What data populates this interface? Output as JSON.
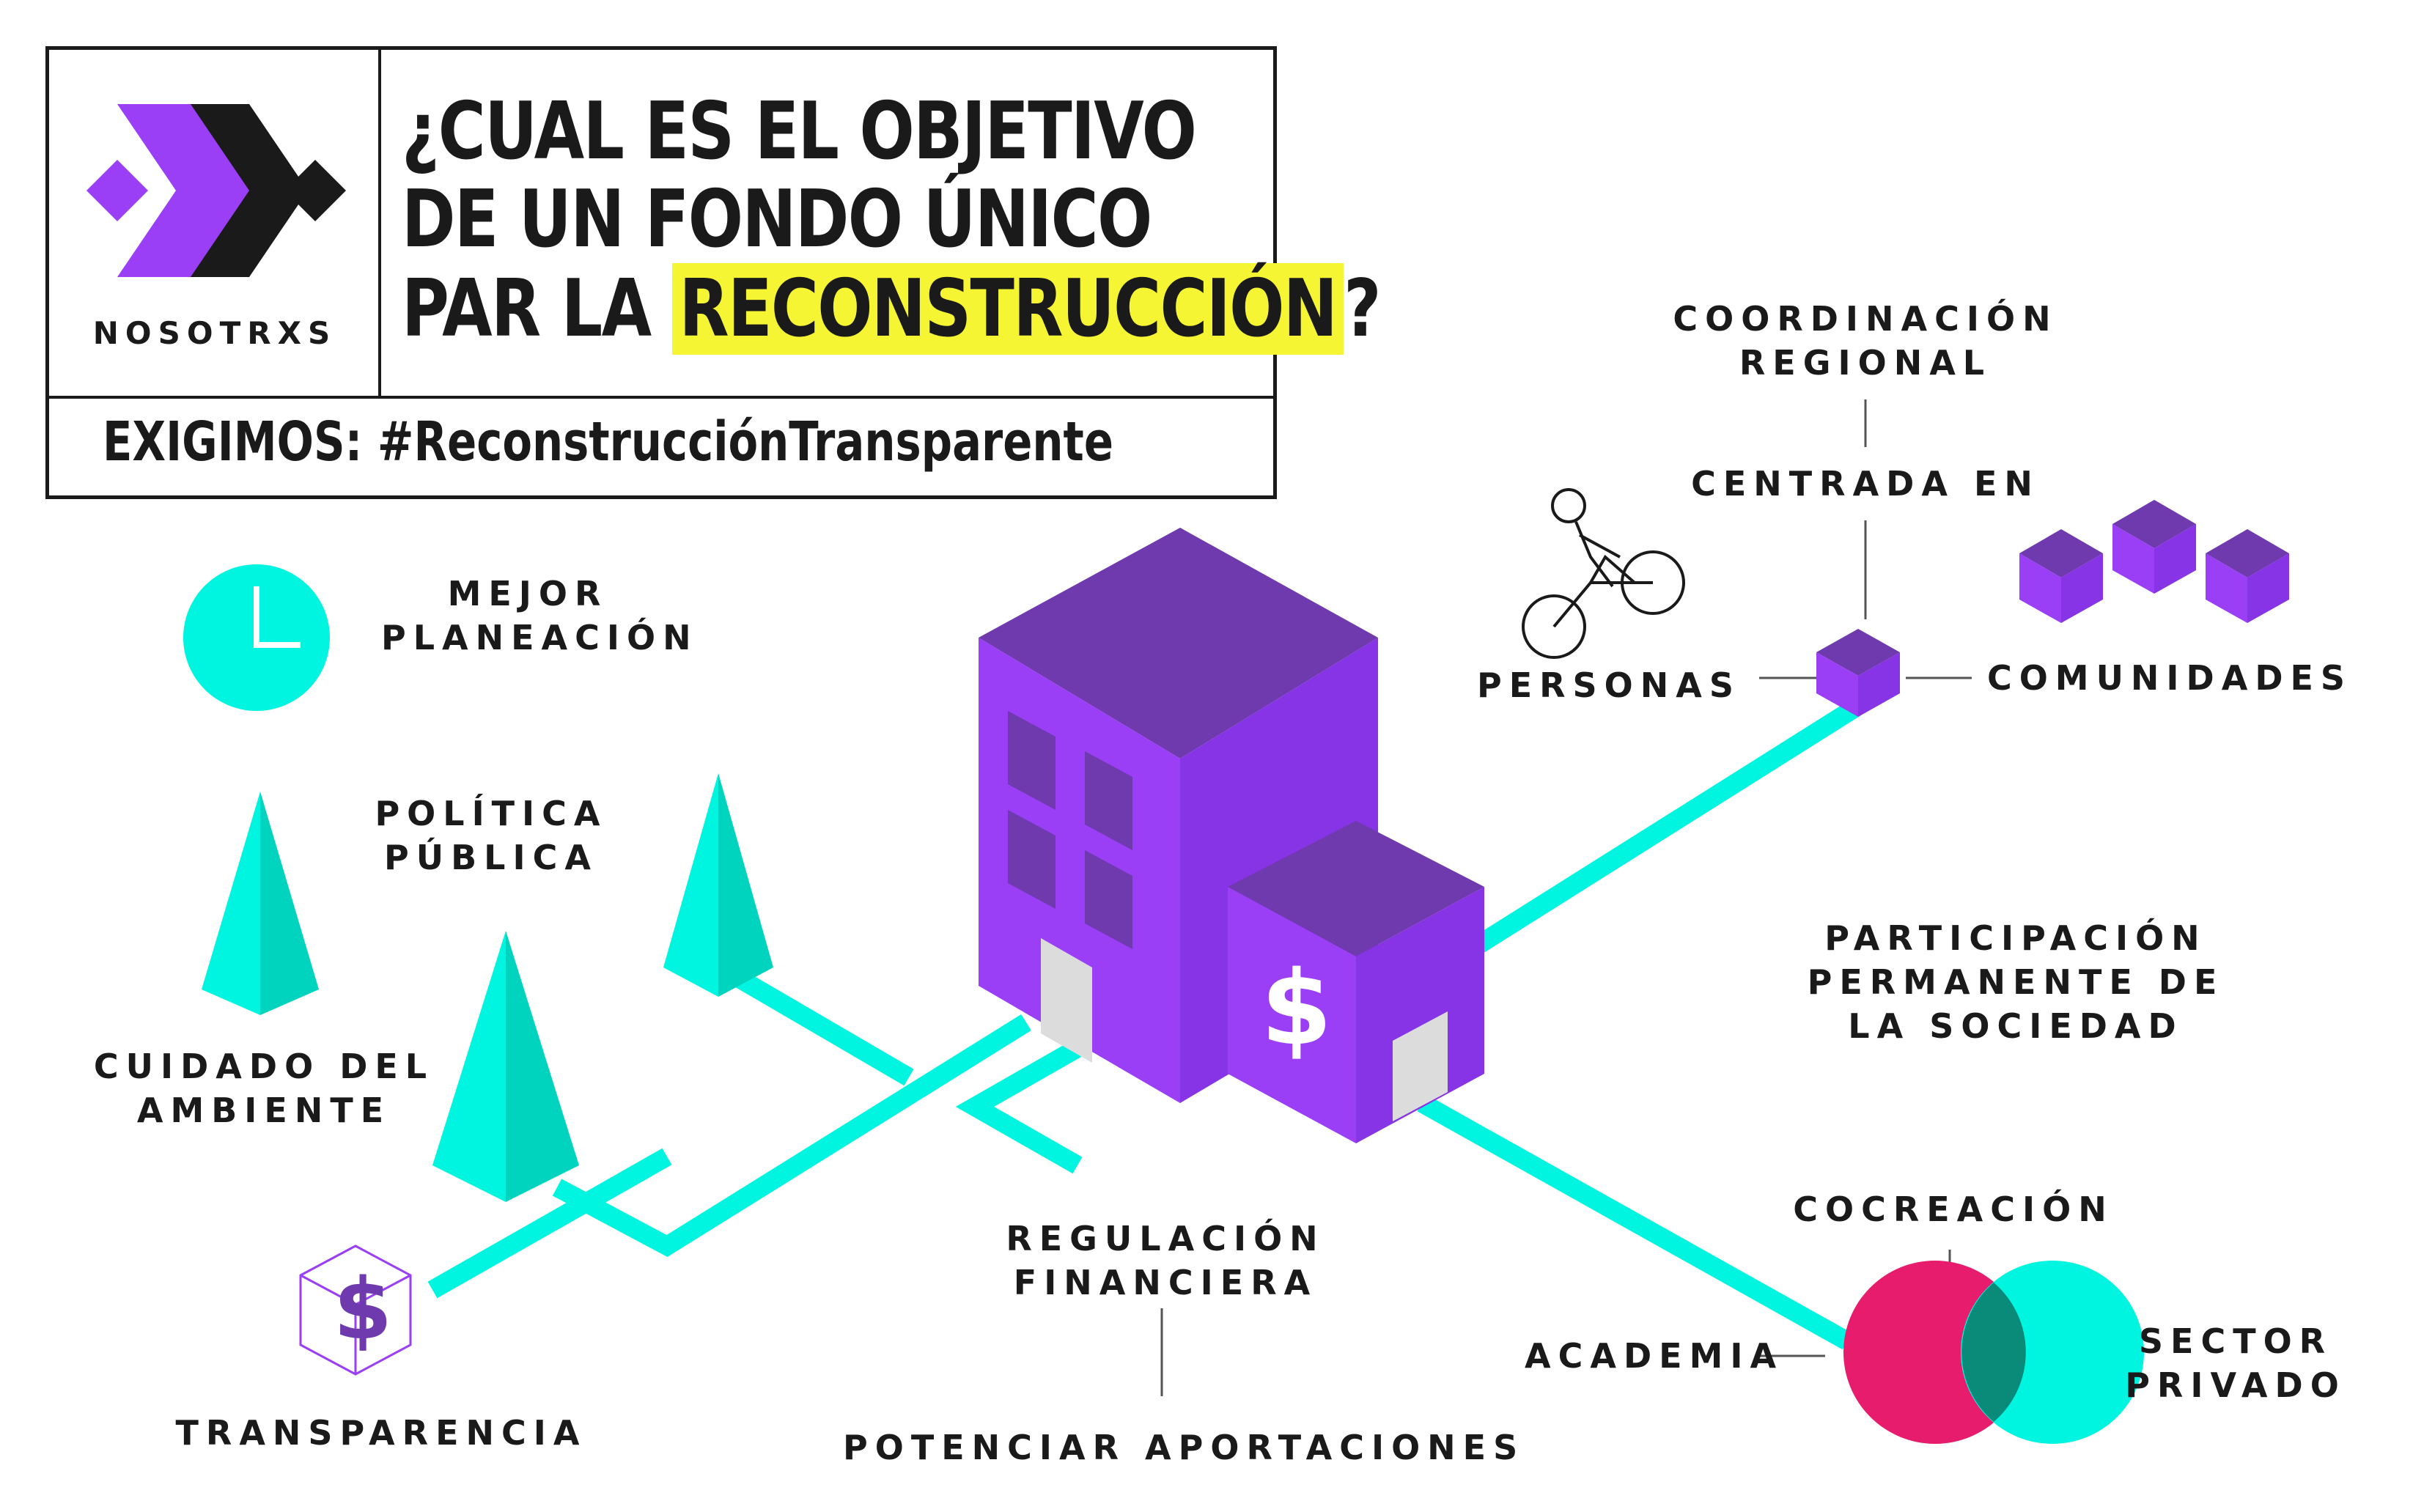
{
  "header": {
    "brand": "NOSOTRXS",
    "title_line1": "¿CUAL ES EL OBJETIVO",
    "title_line2": "DE UN FONDO ÚNICO",
    "title_line3_prefix": "PAR LA",
    "title_line3_highlight": "RECONSTRUCCIÓN",
    "title_line3_suffix": "?",
    "demand": "EXIGIMOS: #ReconstrucciónTransparente"
  },
  "labels": {
    "mejor_planeacion_1": "MEJOR",
    "mejor_planeacion_2": "PLANEACIÓN",
    "politica_publica_1": "POLÍTICA",
    "politica_publica_2": "PÚBLICA",
    "cuidado_ambiente_1": "CUIDADO DEL",
    "cuidado_ambiente_2": "AMBIENTE",
    "transparencia": "TRANSPARENCIA",
    "regulacion_1": "REGULACIÓN",
    "regulacion_2": "FINANCIERA",
    "potenciar": "POTENCIAR APORTACIONES",
    "coordinacion_1": "COORDINACIÓN",
    "coordinacion_2": "REGIONAL",
    "centrada_en": "CENTRADA EN",
    "personas": "PERSONAS",
    "comunidades": "COMUNIDADES",
    "participacion_1": "PARTICIPACIÓN",
    "participacion_2": "PERMANENTE DE",
    "participacion_3": "LA SOCIEDAD",
    "cocreacion": "COCREACIÓN",
    "academia": "ACADEMIA",
    "sector_privado_1": "SECTOR",
    "sector_privado_2": "PRIVADO",
    "dollar_sign": "$"
  },
  "colors": {
    "purple": "#9b3ff7",
    "purple_dark": "#6e3aae",
    "purple_mid": "#8733e6",
    "teal": "#00f5e0",
    "teal_dark": "#00d4be",
    "magenta": "#e81c6c",
    "overlap": "#0a8a78",
    "highlight": "#f5f533",
    "text": "#1a1a1a"
  },
  "icons": [
    "clock-icon",
    "tree-icon",
    "building-icon",
    "cyclist-icon",
    "cube-icon",
    "dollar-cube-icon",
    "venn-icon",
    "logo-icon"
  ]
}
